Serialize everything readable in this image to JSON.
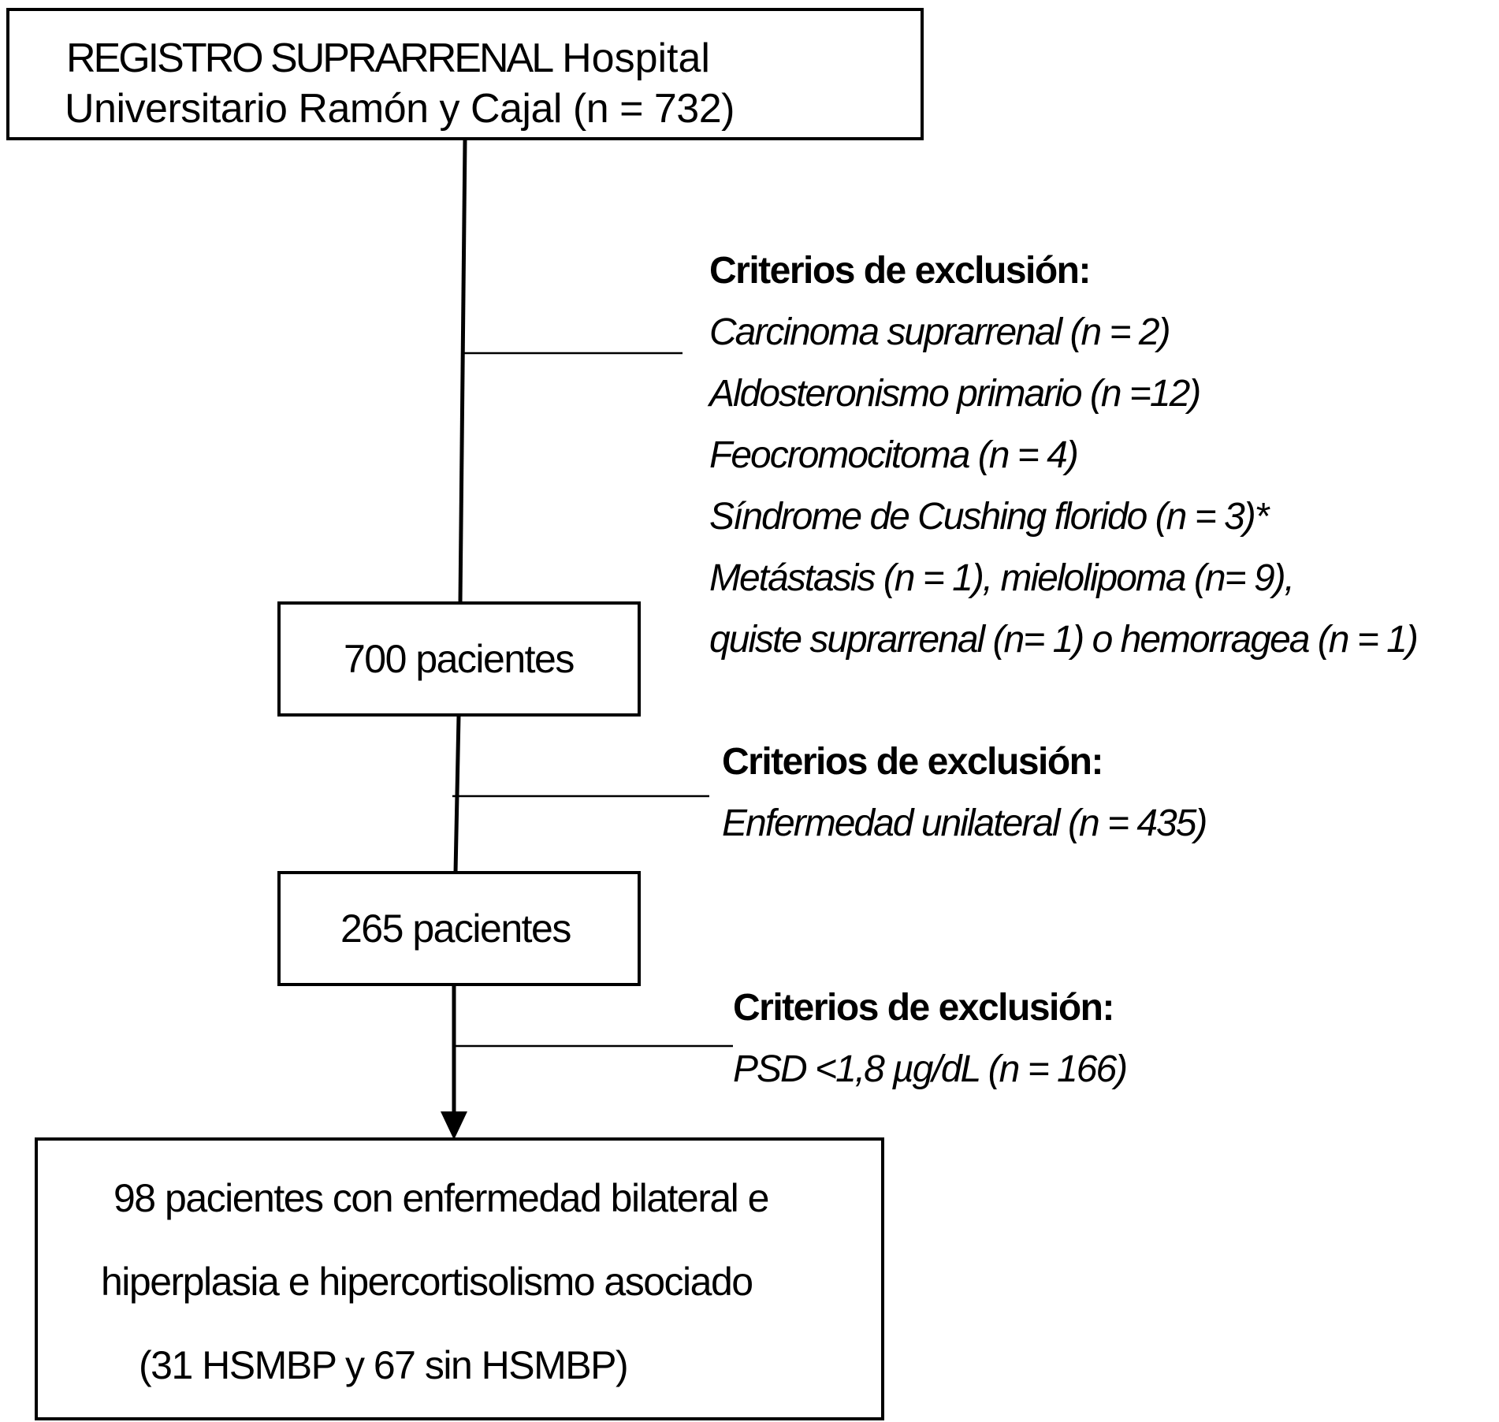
{
  "registry_box": {
    "line1_caps": "REGISTRO SUPRARRENAL",
    "line1_rest": "Hospital",
    "line2": "Universitario Ramón y Cajal (n = 732)"
  },
  "exclusion_1": {
    "heading": "Criterios de exclusión:",
    "items": [
      "Carcinoma suprarrenal (n = 2)",
      "Aldosteronismo primario (n =12)",
      "Feocromocitoma (n = 4)",
      "Síndrome de Cushing florido (n = 3)*",
      "Metástasis (n = 1), mielolipoma (n= 9),",
      "quiste suprarrenal (n= 1) o hemorragea (n = 1)"
    ]
  },
  "box_700": {
    "label": "700 pacientes"
  },
  "exclusion_2": {
    "heading": "Criterios de exclusión:",
    "items": [
      "Enfermedad unilateral (n = 435)"
    ]
  },
  "box_265": {
    "label": "265 pacientes"
  },
  "exclusion_3": {
    "heading": "Criterios de exclusión:",
    "items": [
      "PSD <1,8 µg/dL (n = 166)"
    ]
  },
  "final_box": {
    "line1": "98 pacientes con enfermedad bilateral e",
    "line2": "hiperplasia e hipercortisolismo asociado",
    "line3": "(31 HSMBP y 67 sin HSMBP)"
  }
}
